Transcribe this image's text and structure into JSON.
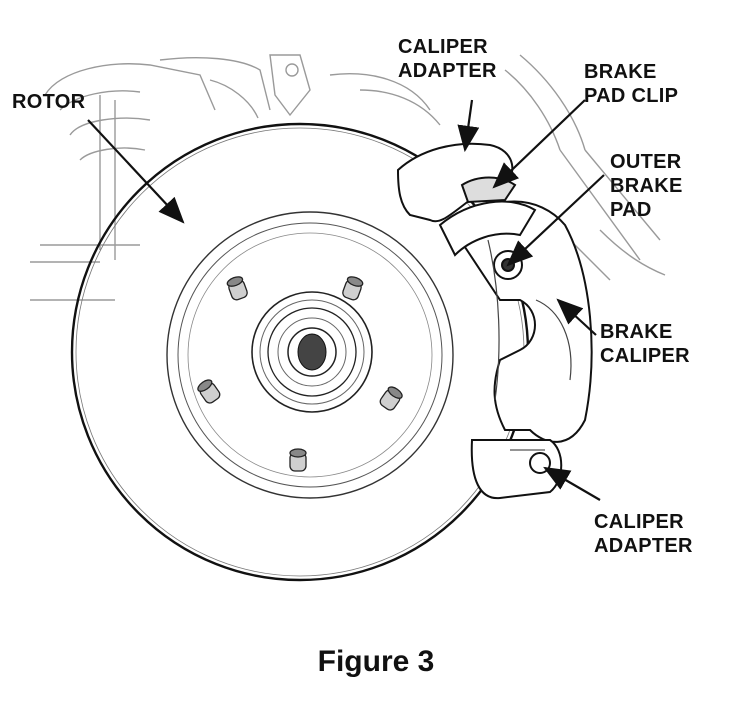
{
  "labels": {
    "rotor": "ROTOR",
    "caliper_adapter_top": "CALIPER\nADAPTER",
    "brake_pad_clip": "BRAKE\nPAD CLIP",
    "outer_brake_pad": "OUTER\nBRAKE\nPAD",
    "brake_caliper": "BRAKE\nCALIPER",
    "caliper_adapter_bottom": "CALIPER\nADAPTER"
  },
  "caption": "Figure 3",
  "colors": {
    "ink": "#111111",
    "sketch": "#9a9a9a",
    "background": "#ffffff"
  }
}
